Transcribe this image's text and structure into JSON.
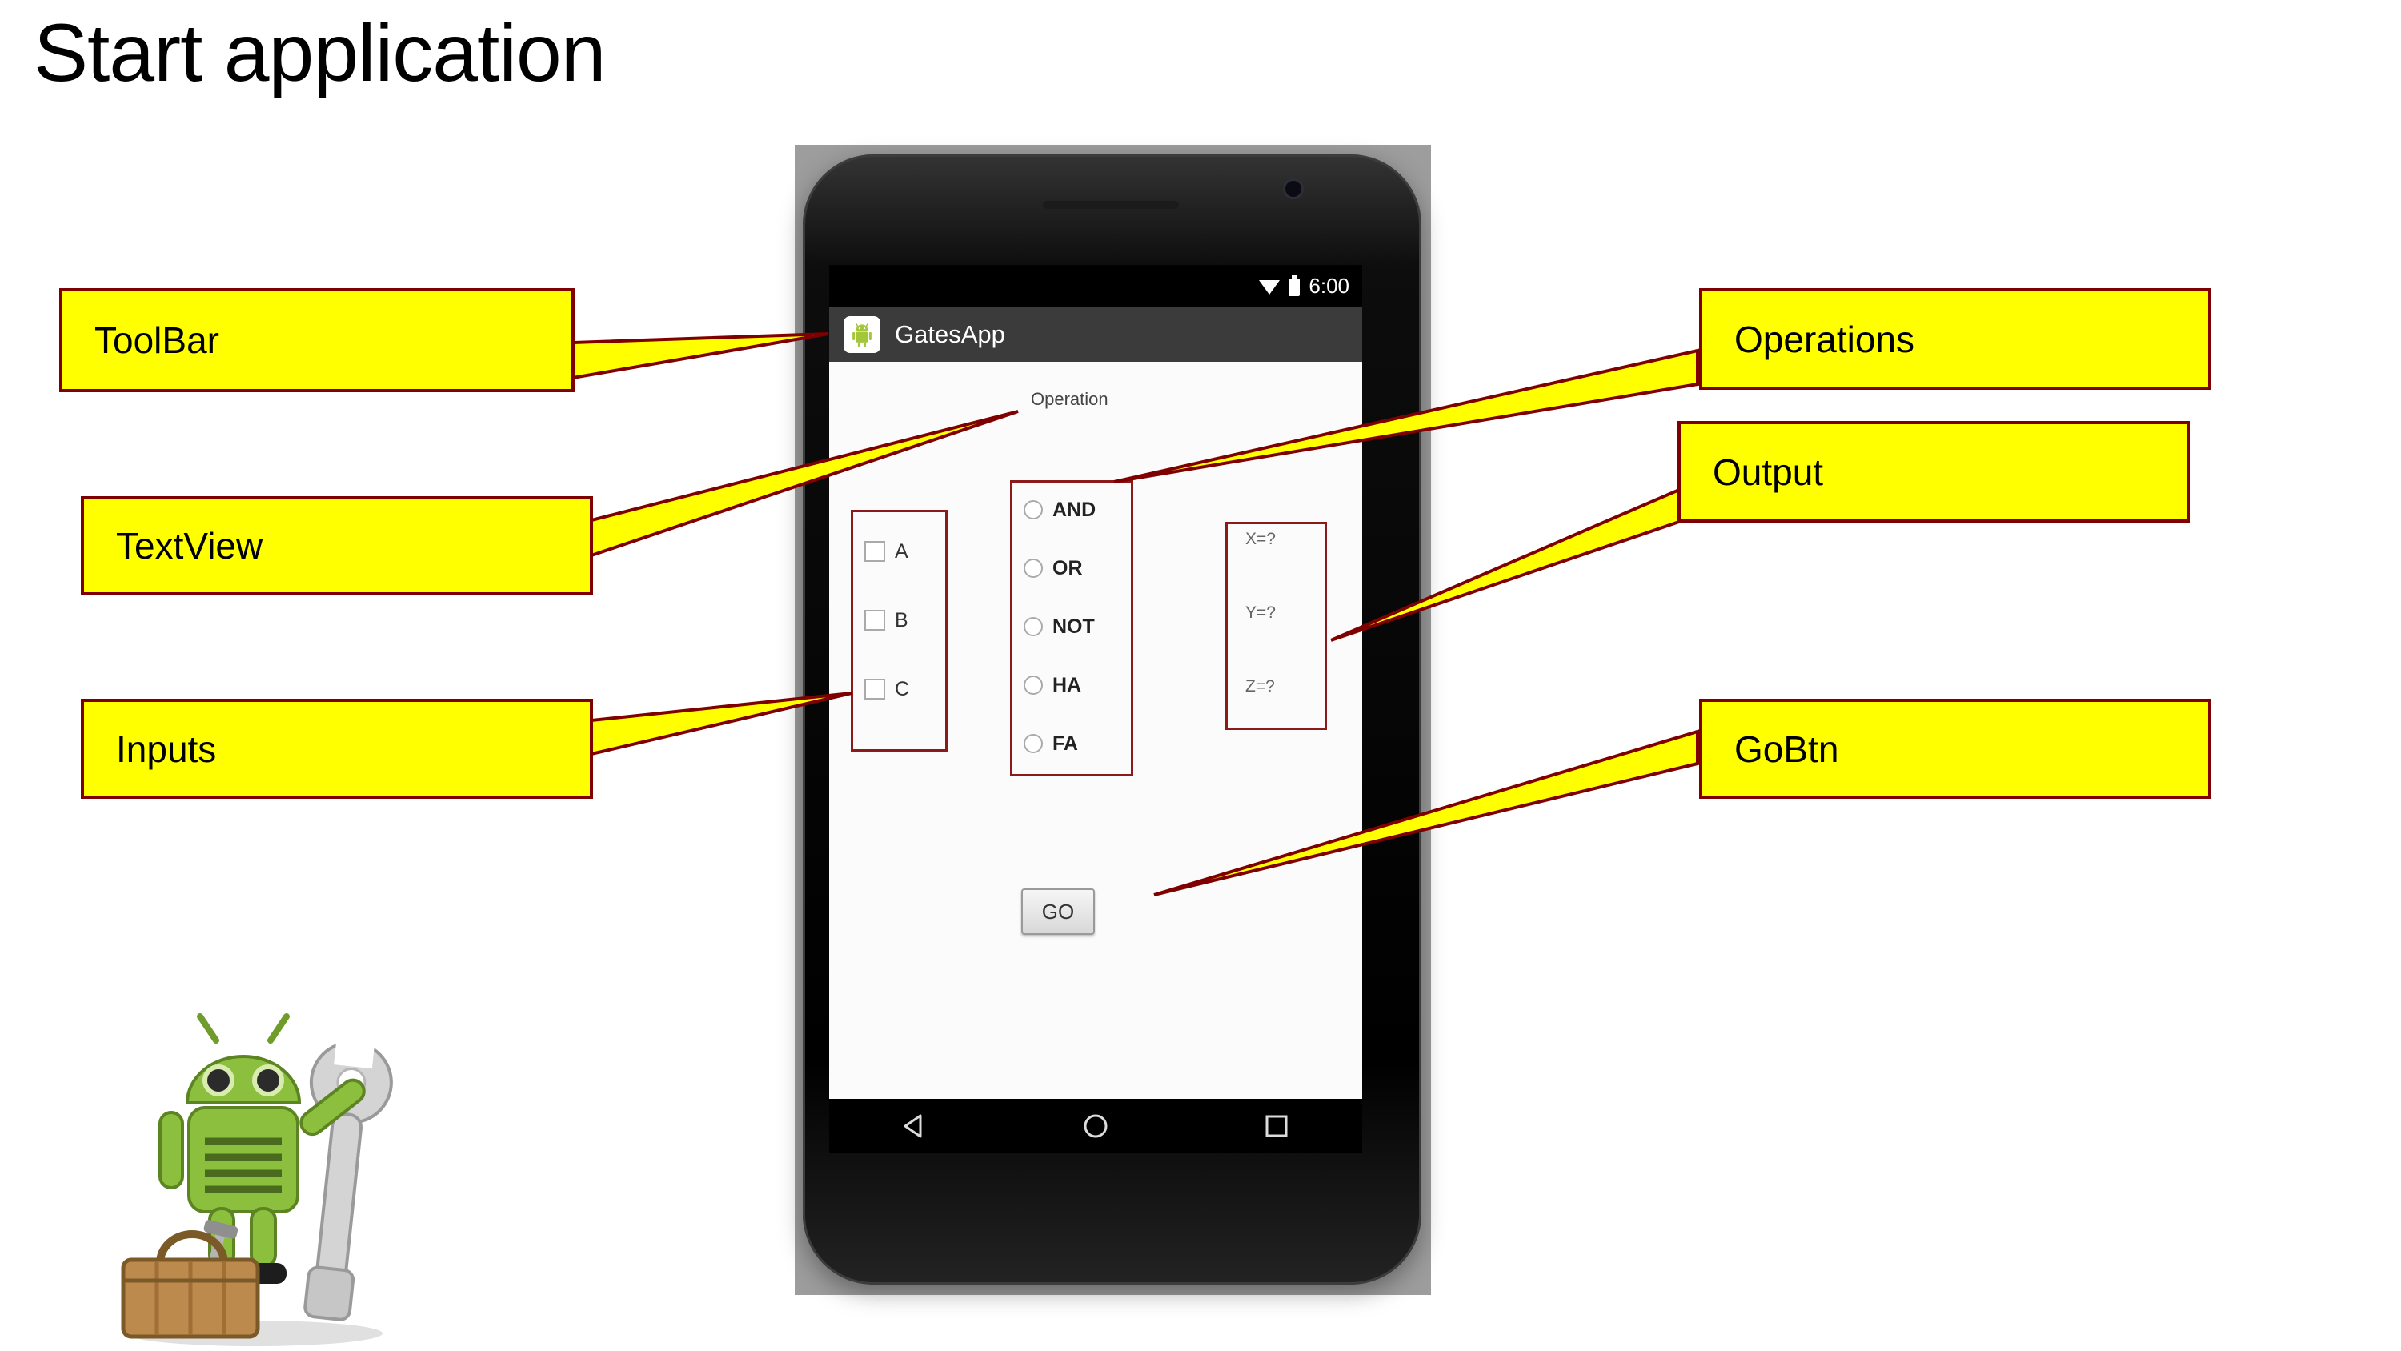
{
  "slide": {
    "title": "Start application"
  },
  "callouts": {
    "toolbar": "ToolBar",
    "textview": "TextView",
    "inputs": "Inputs",
    "operations": "Operations",
    "output": "Output",
    "gobtn": "GoBtn"
  },
  "phone": {
    "status_bar": {
      "time": "6:00",
      "icons": [
        "wifi-icon",
        "battery-icon"
      ]
    },
    "toolbar": {
      "title": "GatesApp",
      "icon": "android-app-icon"
    },
    "content": {
      "operation_label": "Operation",
      "checkboxes": [
        {
          "label": "A",
          "checked": false
        },
        {
          "label": "B",
          "checked": false
        },
        {
          "label": "C",
          "checked": false
        }
      ],
      "radios": [
        {
          "label": "AND",
          "selected": false
        },
        {
          "label": "OR",
          "selected": false
        },
        {
          "label": "NOT",
          "selected": false
        },
        {
          "label": "HA",
          "selected": false
        },
        {
          "label": "FA",
          "selected": false
        }
      ],
      "outputs": [
        "X=?",
        "Y=?",
        "Z=?"
      ],
      "go_button": "GO"
    },
    "nav_icons": [
      "back-icon",
      "home-icon",
      "recents-icon"
    ]
  },
  "colors": {
    "callout_fill": "#ffff00",
    "callout_border": "#7f0000",
    "annotation_red": "#8b1a1a",
    "toolbar_bg": "#3b3b3b",
    "backdrop_gray": "#9d9d9d",
    "android_green": "#a4c639"
  }
}
